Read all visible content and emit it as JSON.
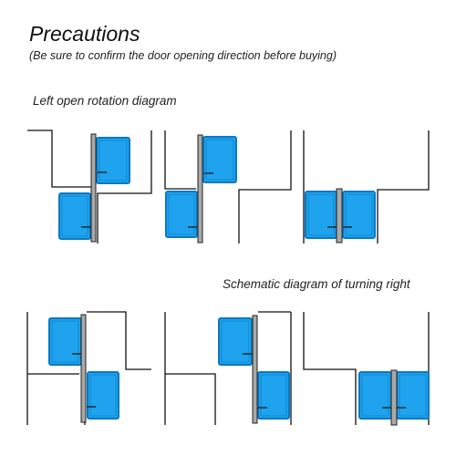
{
  "header": {
    "title": "Precautions",
    "subtitle": "(Be sure to confirm the door opening direction before buying)"
  },
  "sections": {
    "left_label": "Left open rotation diagram",
    "right_label": "Schematic diagram of turning right"
  },
  "colors": {
    "door_fill": "#1fa3ee",
    "door_edge": "#0a78c2",
    "frame": "#a9a9a9",
    "wall": "#111111"
  }
}
